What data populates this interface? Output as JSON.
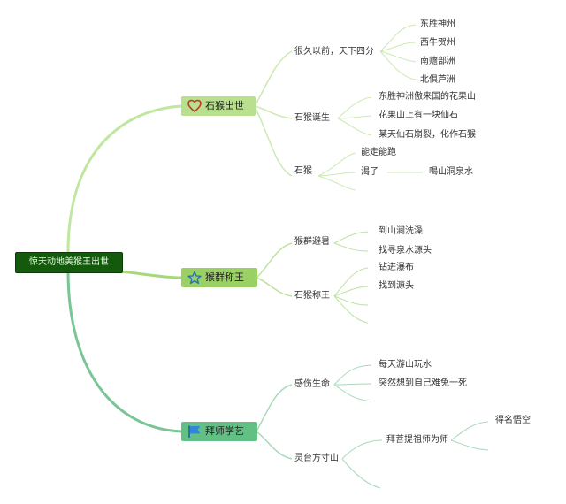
{
  "root": {
    "label": "惊天动地美猴王出世"
  },
  "branches": [
    {
      "label": "石猴出世",
      "icon": "heart-icon",
      "color": "#b8e08e",
      "children": [
        {
          "label": "很久以前，天下四分",
          "children": [
            "东胜神州",
            "西牛贺州",
            "南赡部洲",
            "北俱芦洲"
          ]
        },
        {
          "label": "石猴诞生",
          "children": [
            "东胜神洲傲来国的花果山",
            "花果山上有一块仙石",
            "某天仙石崩裂，化作石猴"
          ]
        },
        {
          "label": "石猴",
          "children": [
            "能走能跑",
            "渴了"
          ],
          "grandchild": "喝山洞泉水"
        }
      ]
    },
    {
      "label": "猴群称王",
      "icon": "star-icon",
      "color": "#9bd065",
      "children": [
        {
          "label": "猴群避暑",
          "children": [
            "到山涧洗澡",
            "找寻泉水源头"
          ]
        },
        {
          "label": "石猴称王",
          "children": [
            "钻进瀑布",
            "找到源头"
          ]
        }
      ]
    },
    {
      "label": "拜师学艺",
      "icon": "flag-icon",
      "color": "#62c084",
      "children": [
        {
          "label": "感伤生命",
          "children": [
            "每天游山玩水",
            "突然想到自己难免一死"
          ]
        },
        {
          "label": "灵台方寸山",
          "children": [
            "拜菩提祖师为师"
          ],
          "grandchild": "得名悟空"
        }
      ]
    }
  ]
}
